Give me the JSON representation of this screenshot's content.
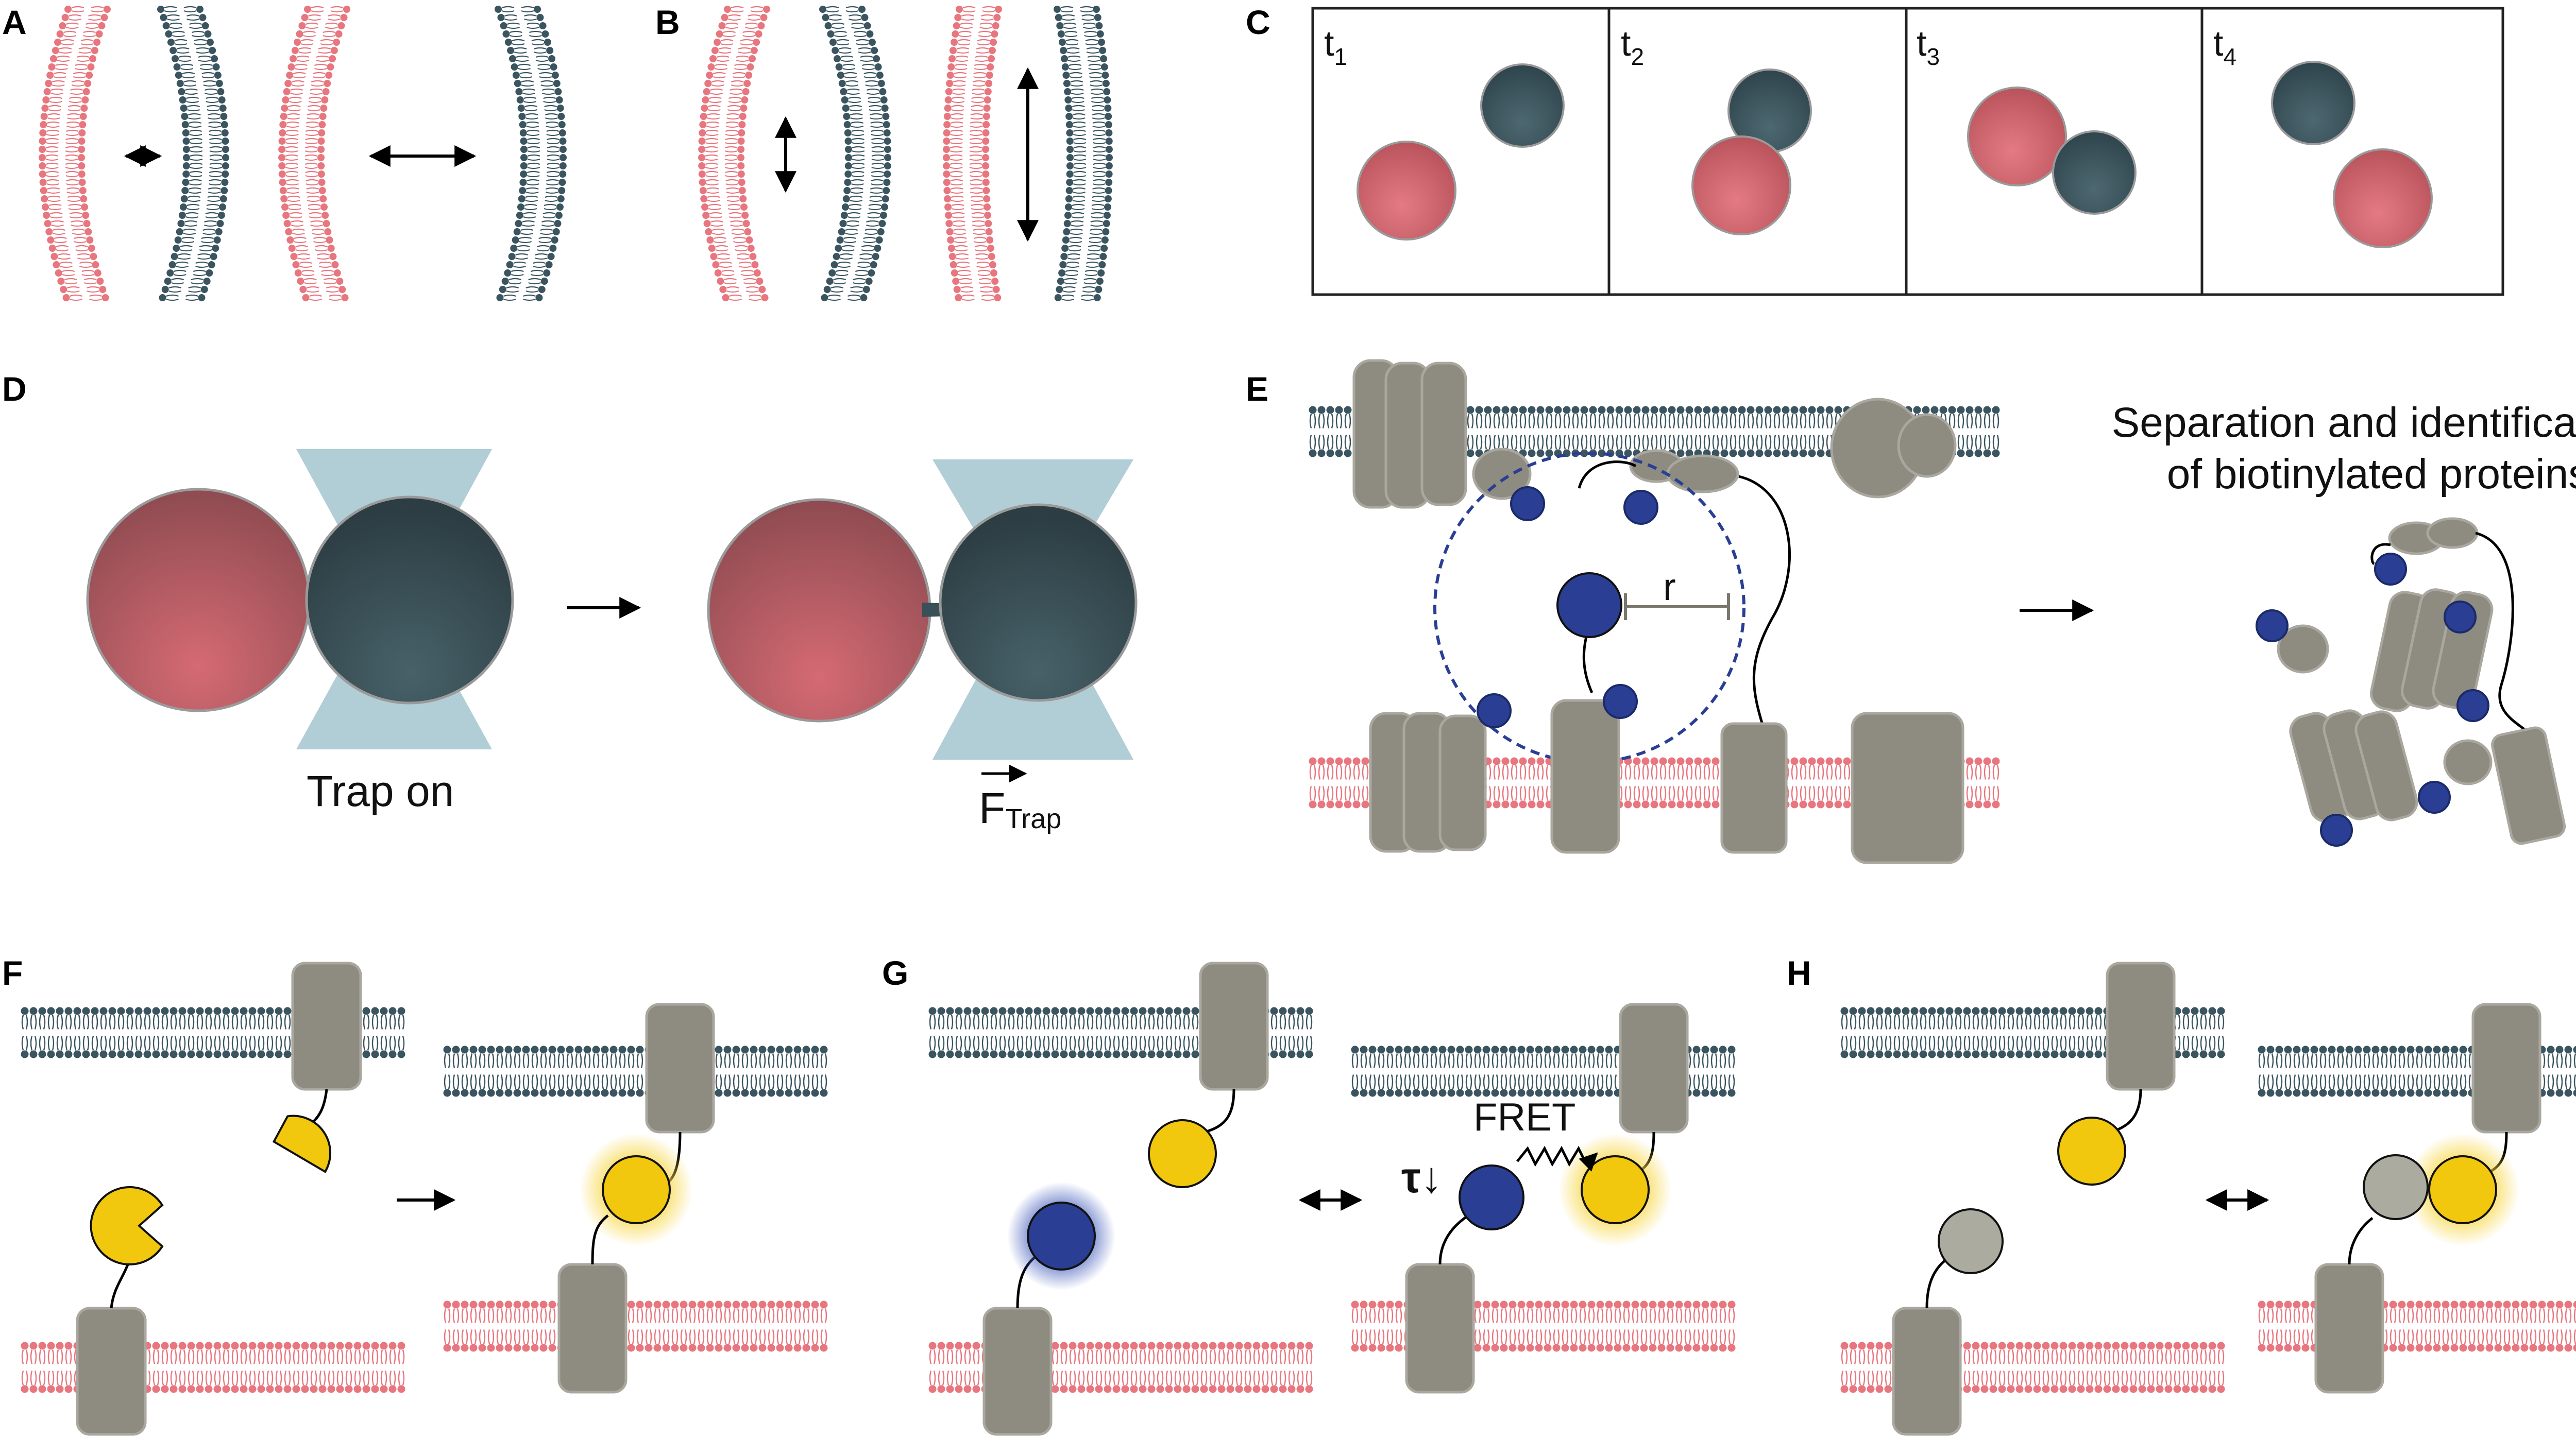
{
  "panels": {
    "A": {
      "label": "A"
    },
    "B": {
      "label": "B"
    },
    "C": {
      "label": "C",
      "frames": [
        "t",
        "t",
        "t",
        "t"
      ],
      "subs": [
        "1",
        "2",
        "3",
        "4"
      ]
    },
    "D": {
      "label": "D",
      "trap_on": "Trap on",
      "force_main": "F",
      "force_sub": "Trap"
    },
    "E": {
      "label": "E",
      "radius": "r",
      "caption_line1": "Separation and identification",
      "caption_line2": "of biotinylated proteins"
    },
    "F": {
      "label": "F"
    },
    "G": {
      "label": "G",
      "fret": "FRET",
      "tau": "τ↓"
    },
    "H": {
      "label": "H"
    }
  },
  "colors": {
    "pink_membrane": "#e8767f",
    "slate_membrane": "#3b5560",
    "protein_gray": "#8e8b80",
    "biotin_blue": "#2a3f93",
    "fluorophore_yellow": "#f2c80f",
    "trap_blue": "#a9c8d2",
    "pink_cell": "#c95d66",
    "slate_cell": "#3a5058"
  }
}
